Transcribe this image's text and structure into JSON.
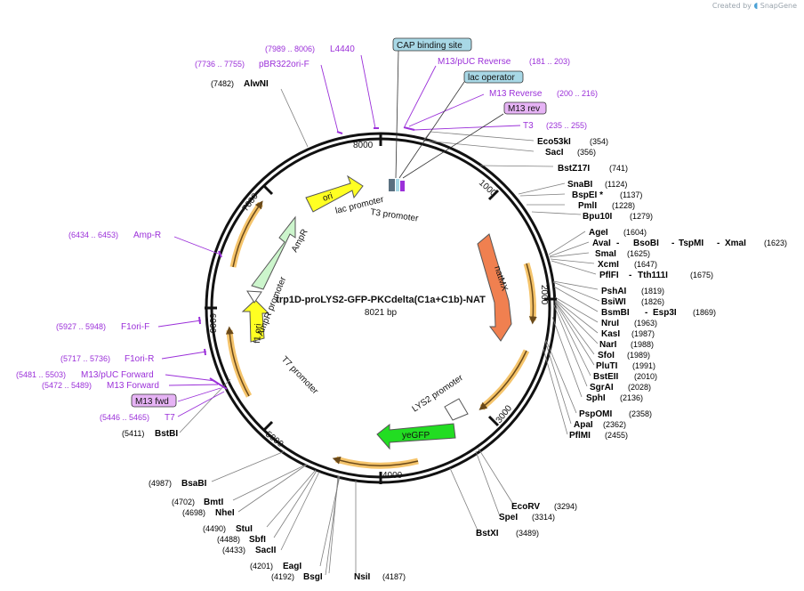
{
  "brand": {
    "prefix": "Created by",
    "name": "SnapGene"
  },
  "plasmid": {
    "name": "trp1D-proLYS2-GFP-PKCdelta(C1a+C1b)-NAT",
    "size": "8021 bp"
  },
  "colors": {
    "primer": "#9b30d9",
    "enzyme": "#000000",
    "leader": "#7f7f7f",
    "feature_box_blue": "#a8d8e6",
    "feature_box_purple": "#e6b3f5",
    "orf": "#f5c46b",
    "natMX": "#f08050",
    "yeGFP": "#22dd22",
    "ori": "#ffff22",
    "f1ori": "#ffff22",
    "AmpR": "#ccf5cc"
  },
  "ticks": [
    {
      "label": "1000"
    },
    {
      "label": "2000"
    },
    {
      "label": "3000"
    },
    {
      "label": "4000"
    },
    {
      "label": "5000"
    },
    {
      "label": "6000"
    },
    {
      "label": "7000"
    },
    {
      "label": "8000"
    }
  ],
  "features": [
    {
      "name": "ori",
      "label": "ori"
    },
    {
      "name": "natMX",
      "label": "natMX"
    },
    {
      "name": "yeGFP",
      "label": "yeGFP"
    },
    {
      "name": "AmpR",
      "label": "AmpR"
    },
    {
      "name": "f1-ori",
      "label": "f1 ori"
    }
  ],
  "feature_labels": [
    {
      "name": "lac-promoter",
      "label": "lac promoter"
    },
    {
      "name": "T3-promoter",
      "label": "T3 promoter"
    },
    {
      "name": "LYS2-promoter",
      "label": "LYS2 promoter"
    },
    {
      "name": "AmpR-promoter",
      "label": "AmpR promoter"
    },
    {
      "name": "T7-promoter",
      "label": "T7 promoter"
    }
  ],
  "boxed_labels": [
    {
      "name": "cap-binding-site",
      "label": "CAP binding site"
    },
    {
      "name": "lac-operator",
      "label": "lac operator"
    },
    {
      "name": "m13-rev",
      "label": "M13 rev"
    },
    {
      "name": "m13-fwd",
      "label": "M13 fwd"
    }
  ],
  "primers": [
    {
      "name": "L4440",
      "coords": "(7989 .. 8006)"
    },
    {
      "name": "pBR322ori-F",
      "coords": "(7736 .. 7755)"
    },
    {
      "name": "M13/pUC Reverse",
      "coords": "(181 .. 203)"
    },
    {
      "name": "M13 Reverse",
      "coords": "(200 .. 216)"
    },
    {
      "name": "T3",
      "coords": "(235 .. 255)"
    },
    {
      "name": "Amp-R",
      "coords": "(6434 .. 6453)"
    },
    {
      "name": "F1ori-F",
      "coords": "(5927 .. 5948)"
    },
    {
      "name": "F1ori-R",
      "coords": "(5717 .. 5736)"
    },
    {
      "name": "M13/pUC Forward",
      "coords": "(5481 .. 5503)"
    },
    {
      "name": "M13 Forward",
      "coords": "(5472 .. 5489)"
    },
    {
      "name": "T7",
      "coords": "(5446 .. 5465)"
    }
  ],
  "enzymes": [
    {
      "name": "AlwNI",
      "pos": "(7482)"
    },
    {
      "name": "Eco53kI",
      "pos": "(354)"
    },
    {
      "name": "SacI",
      "pos": "(356)"
    },
    {
      "name": "BstZ17I",
      "pos": "(741)"
    },
    {
      "name": "SnaBI",
      "pos": "(1124)"
    },
    {
      "name": "BspEI *",
      "pos": "(1137)"
    },
    {
      "name": "PmlI",
      "pos": "(1228)"
    },
    {
      "name": "Bpu10I",
      "pos": "(1279)"
    },
    {
      "name": "AgeI",
      "pos": "(1604)"
    },
    {
      "name": "AvaI",
      "extra": [
        "BsoBI",
        "TspMI",
        "XmaI"
      ],
      "pos": "(1623)"
    },
    {
      "name": "SmaI",
      "pos": "(1625)"
    },
    {
      "name": "XcmI",
      "pos": "(1647)"
    },
    {
      "name": "PflFI",
      "extra": [
        "Tth111I"
      ],
      "pos": "(1675)"
    },
    {
      "name": "PshAI",
      "pos": "(1819)"
    },
    {
      "name": "BsiWI",
      "pos": "(1826)"
    },
    {
      "name": "BsmBI",
      "extra": [
        "Esp3I"
      ],
      "pos": "(1869)"
    },
    {
      "name": "NruI",
      "pos": "(1963)"
    },
    {
      "name": "KasI",
      "pos": "(1987)"
    },
    {
      "name": "NarI",
      "pos": "(1988)"
    },
    {
      "name": "SfoI",
      "pos": "(1989)"
    },
    {
      "name": "PluTI",
      "pos": "(1991)"
    },
    {
      "name": "BstEII",
      "pos": "(2010)"
    },
    {
      "name": "SgrAI",
      "pos": "(2028)"
    },
    {
      "name": "SphI",
      "pos": "(2136)"
    },
    {
      "name": "PspOMI",
      "pos": "(2358)"
    },
    {
      "name": "ApaI",
      "pos": "(2362)"
    },
    {
      "name": "PflMI",
      "pos": "(2455)"
    },
    {
      "name": "EcoRV",
      "pos": "(3294)"
    },
    {
      "name": "SpeI",
      "pos": "(3314)"
    },
    {
      "name": "BstXI",
      "pos": "(3489)"
    },
    {
      "name": "NsiI",
      "pos": "(4187)"
    },
    {
      "name": "BsgI",
      "pos": "(4192)"
    },
    {
      "name": "EagI",
      "pos": "(4201)"
    },
    {
      "name": "SacII",
      "pos": "(4433)"
    },
    {
      "name": "SbfI",
      "pos": "(4488)"
    },
    {
      "name": "StuI",
      "pos": "(4490)"
    },
    {
      "name": "NheI",
      "pos": "(4698)"
    },
    {
      "name": "BmtI",
      "pos": "(4702)"
    },
    {
      "name": "BsaBI",
      "pos": "(4987)"
    },
    {
      "name": "BstBI",
      "pos": "(5411)"
    }
  ]
}
